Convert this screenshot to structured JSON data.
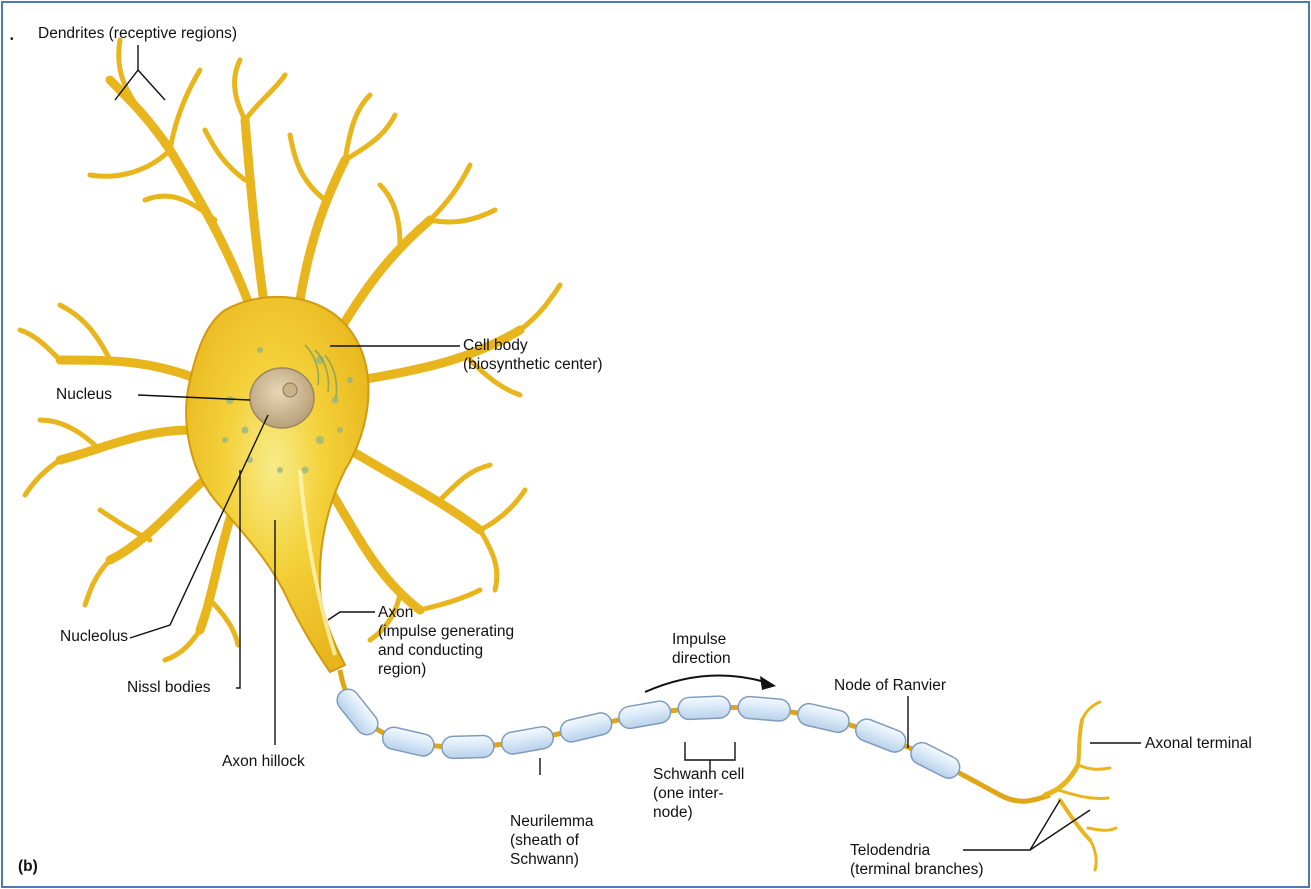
{
  "panel_tag": "(b)",
  "labels": {
    "dendrites": "Dendrites (receptive regions)",
    "cell_body": [
      "Cell body",
      "(biosynthetic center)"
    ],
    "nucleus": "Nucleus",
    "nucleolus": "Nucleolus",
    "nissl_bodies": "Nissl bodies",
    "axon_hillock": "Axon hillock",
    "axon": [
      "Axon",
      "(impulse generating",
      "and conducting",
      "region)"
    ],
    "impulse_direction": [
      "Impulse",
      "direction"
    ],
    "node_of_ranvier": "Node of Ranvier",
    "axonal_terminal": "Axonal terminal",
    "schwann_cell": [
      "Schwann cell",
      "(one inter-",
      "node)"
    ],
    "neurilemma": [
      "Neurilemma",
      "(sheath of",
      "Schwann)"
    ],
    "telodendria": [
      "Telodendria",
      "(terminal branches)"
    ]
  },
  "colors": {
    "frame": "#4a7ab8",
    "neuron_fill": "#f2c423",
    "neuron_light": "#fbe36a",
    "neuron_edge": "#c48a0c",
    "organelle": "#8fb48a",
    "myelin_fill": "#dbeaf8",
    "myelin_edge": "#7f9cbd",
    "leader": "#111111"
  }
}
